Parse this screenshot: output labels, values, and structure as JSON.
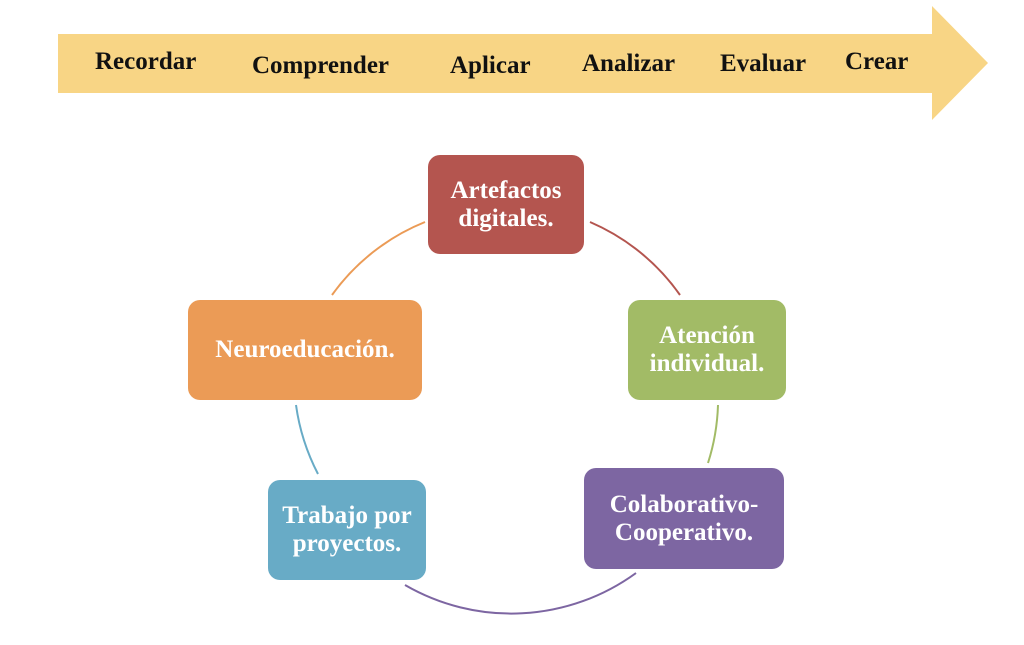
{
  "arrow": {
    "color": "#f8d585",
    "steps": [
      "Recordar",
      "Comprender",
      "Aplicar",
      "Analizar",
      "Evaluar",
      "Crear"
    ]
  },
  "cycle": {
    "nodes": [
      {
        "label": "Artefactos digitales.",
        "color": "#b4554f"
      },
      {
        "label": "Atención individual.",
        "color": "#a2bb66"
      },
      {
        "label": "Colaborativo-Cooperativo.",
        "color": "#7d66a2"
      },
      {
        "label": "Trabajo por proyectos.",
        "color": "#68abc6"
      },
      {
        "label": "Neuroeducación.",
        "color": "#eb9b56"
      }
    ]
  }
}
